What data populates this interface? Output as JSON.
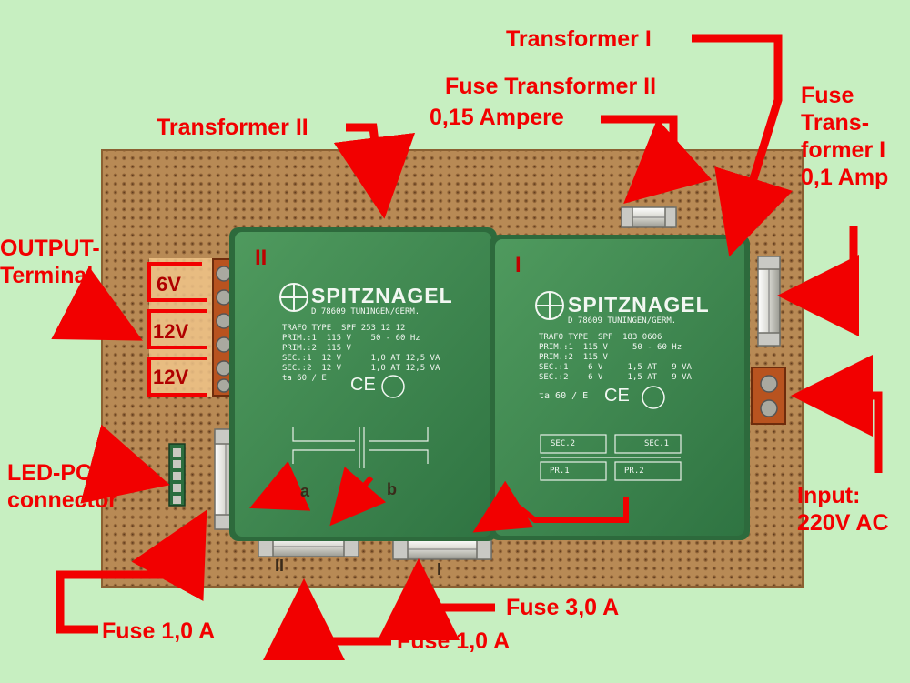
{
  "colors": {
    "background": "#c7efc1",
    "annotation": "#f20000",
    "board": "#b88a55",
    "transformer": "#3f8a4f",
    "terminal": "#b8531f"
  },
  "labels": {
    "transformer_i": "Transformer I",
    "fuse_transformer_ii": "Fuse Transformer II",
    "fuse_transformer_ii_amps": "0,15 Ampere",
    "transformer_ii": "Transformer II",
    "fuse_transformer_i": "Fuse Trans-former I 0,1 Amp",
    "output_terminal": "OUTPUT-Terminal",
    "led_pcb_connector": "LED-PCB connector",
    "input": "Input: 220V AC",
    "fuse_1a_left": "Fuse 1,0 A",
    "fuse_1a_middle": "Fuse 1,0 A",
    "fuse_3a": "Fuse 3,0 A"
  },
  "rail_voltages": [
    "6V",
    "12V",
    "12V"
  ],
  "board_marks": {
    "transformer_ii_numeral": "II",
    "transformer_i_numeral": "I",
    "fuse_mark_a": "a",
    "fuse_mark_b": "b",
    "fuse_mark_ii": "II",
    "fuse_mark_i": "I"
  },
  "transformer_ii": {
    "brand": "SPITZNAGEL",
    "maker_line": "D 78609 TUNINGEN/GERM.",
    "spec_lines": [
      "TRAFO TYPE  SPF 253 12 12",
      "PRIM.:1  115 V    50 - 60 Hz",
      "PRIM.:2  115 V",
      "SEC.:1  12 V      1,0 AT 12,5 VA",
      "SEC.:2  12 V      1,0 AT 12,5 VA",
      "ta 60 / E"
    ],
    "ce": "CE"
  },
  "transformer_i": {
    "brand": "SPITZNAGEL",
    "maker_line": "D 78609 TUNINGEN/GERM.",
    "spec_lines": [
      "TRAFO TYPE  SPF  183 0606",
      "PRIM.:1  115 V     50 - 60 Hz",
      "PRIM.:2  115 V",
      "SEC.:1    6 V     1,5 AT   9 VA",
      "SEC.:2    6 V     1,5 AT   9 VA"
    ],
    "ta": "ta 60 / E",
    "ce": "CE",
    "schematic_labels": [
      "SEC.2",
      "SEC.1",
      "PR.1",
      "PR.2"
    ]
  }
}
